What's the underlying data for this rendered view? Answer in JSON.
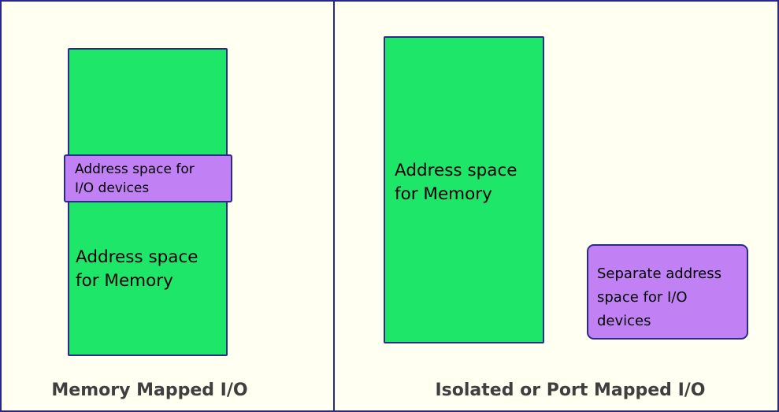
{
  "page": {
    "background_color": "#FFFFF2",
    "frame_border_color": "#28288C"
  },
  "colors": {
    "memory_box": "#1EE669",
    "io_box": "#C181F5",
    "box_border": "#2B2B8C",
    "title_text": "#3F3F3F",
    "label_text": "#000000"
  },
  "panels": {
    "left": {
      "title": "Memory Mapped I/O",
      "memory_box_label": "Address space\nfor Memory",
      "io_box_label": "Address space for\nI/O devices"
    },
    "right": {
      "title": "Isolated or Port Mapped I/O",
      "memory_box_label": "Address space\nfor Memory",
      "io_box_label": "Separate address\nspace for I/O\ndevices"
    }
  }
}
